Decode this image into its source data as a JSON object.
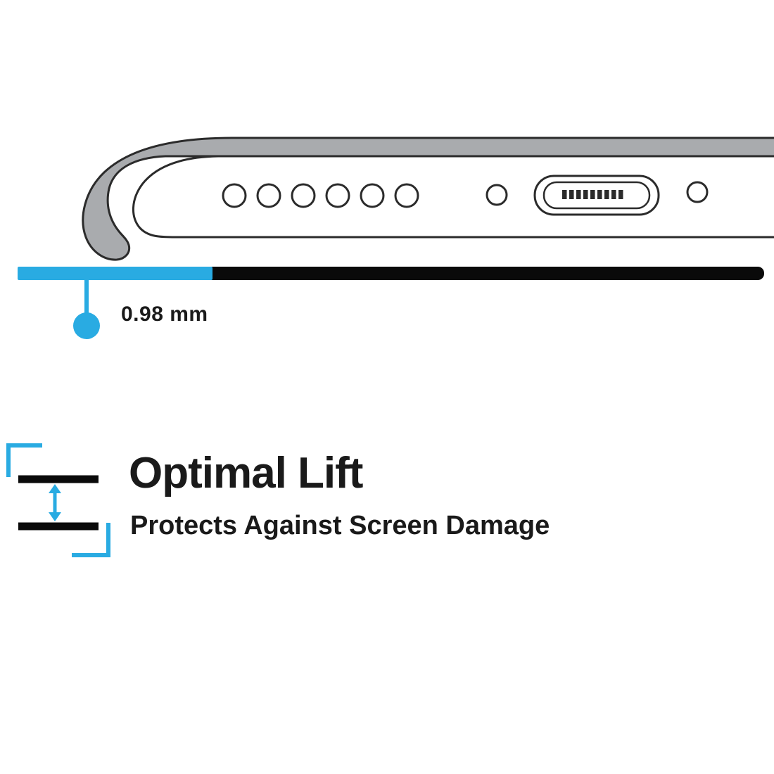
{
  "colors": {
    "accent_cyan": "#29ABE2",
    "case_gray": "#A9ABAE",
    "outline_dark": "#2B2B2B",
    "bar_black": "#0A0A0A",
    "text_black": "#1A1A1A"
  },
  "measurement": {
    "value": "0.98 mm"
  },
  "feature": {
    "title": "Optimal Lift",
    "subtitle": "Protects Against Screen Damage"
  },
  "icons": {
    "phone_diagram": "phone-bottom-edge-in-raised-case",
    "lift_icon": "gap-between-lines-with-vertical-arrows"
  }
}
